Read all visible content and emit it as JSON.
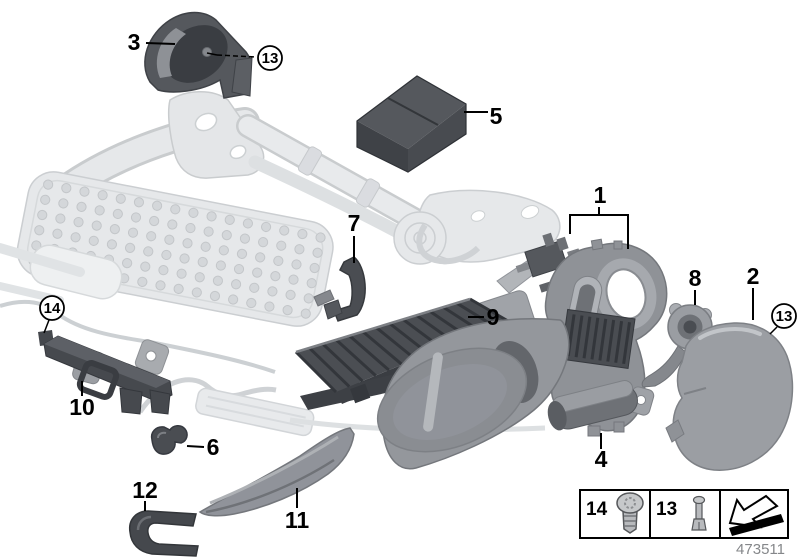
{
  "diagram": {
    "kind": "exploded-parts-diagram",
    "footer_number": "473511"
  },
  "callouts": {
    "n1": "1",
    "n2": "2",
    "n3": "3",
    "n4": "4",
    "n5": "5",
    "n6": "6",
    "n7": "7",
    "n8": "8",
    "n9": "9",
    "n10": "10",
    "n11": "11",
    "n12": "12",
    "n13": "13",
    "n14": "14"
  },
  "legend": {
    "fastener1": {
      "ref": "14",
      "icon": "torx-screw-icon"
    },
    "fastener2": {
      "ref": "13",
      "icon": "rivet-icon"
    },
    "direction": {
      "icon": "direction-arrow-icon"
    }
  },
  "colors": {
    "background": "#ffffff",
    "part_dark": "#46494e",
    "part_medium": "#94979c",
    "part_light": "#b8bbbf",
    "frame_ghost": "#e3e5e7",
    "callout_text": "#000000",
    "legend_border": "#000000",
    "footer_text": "#85878a"
  }
}
